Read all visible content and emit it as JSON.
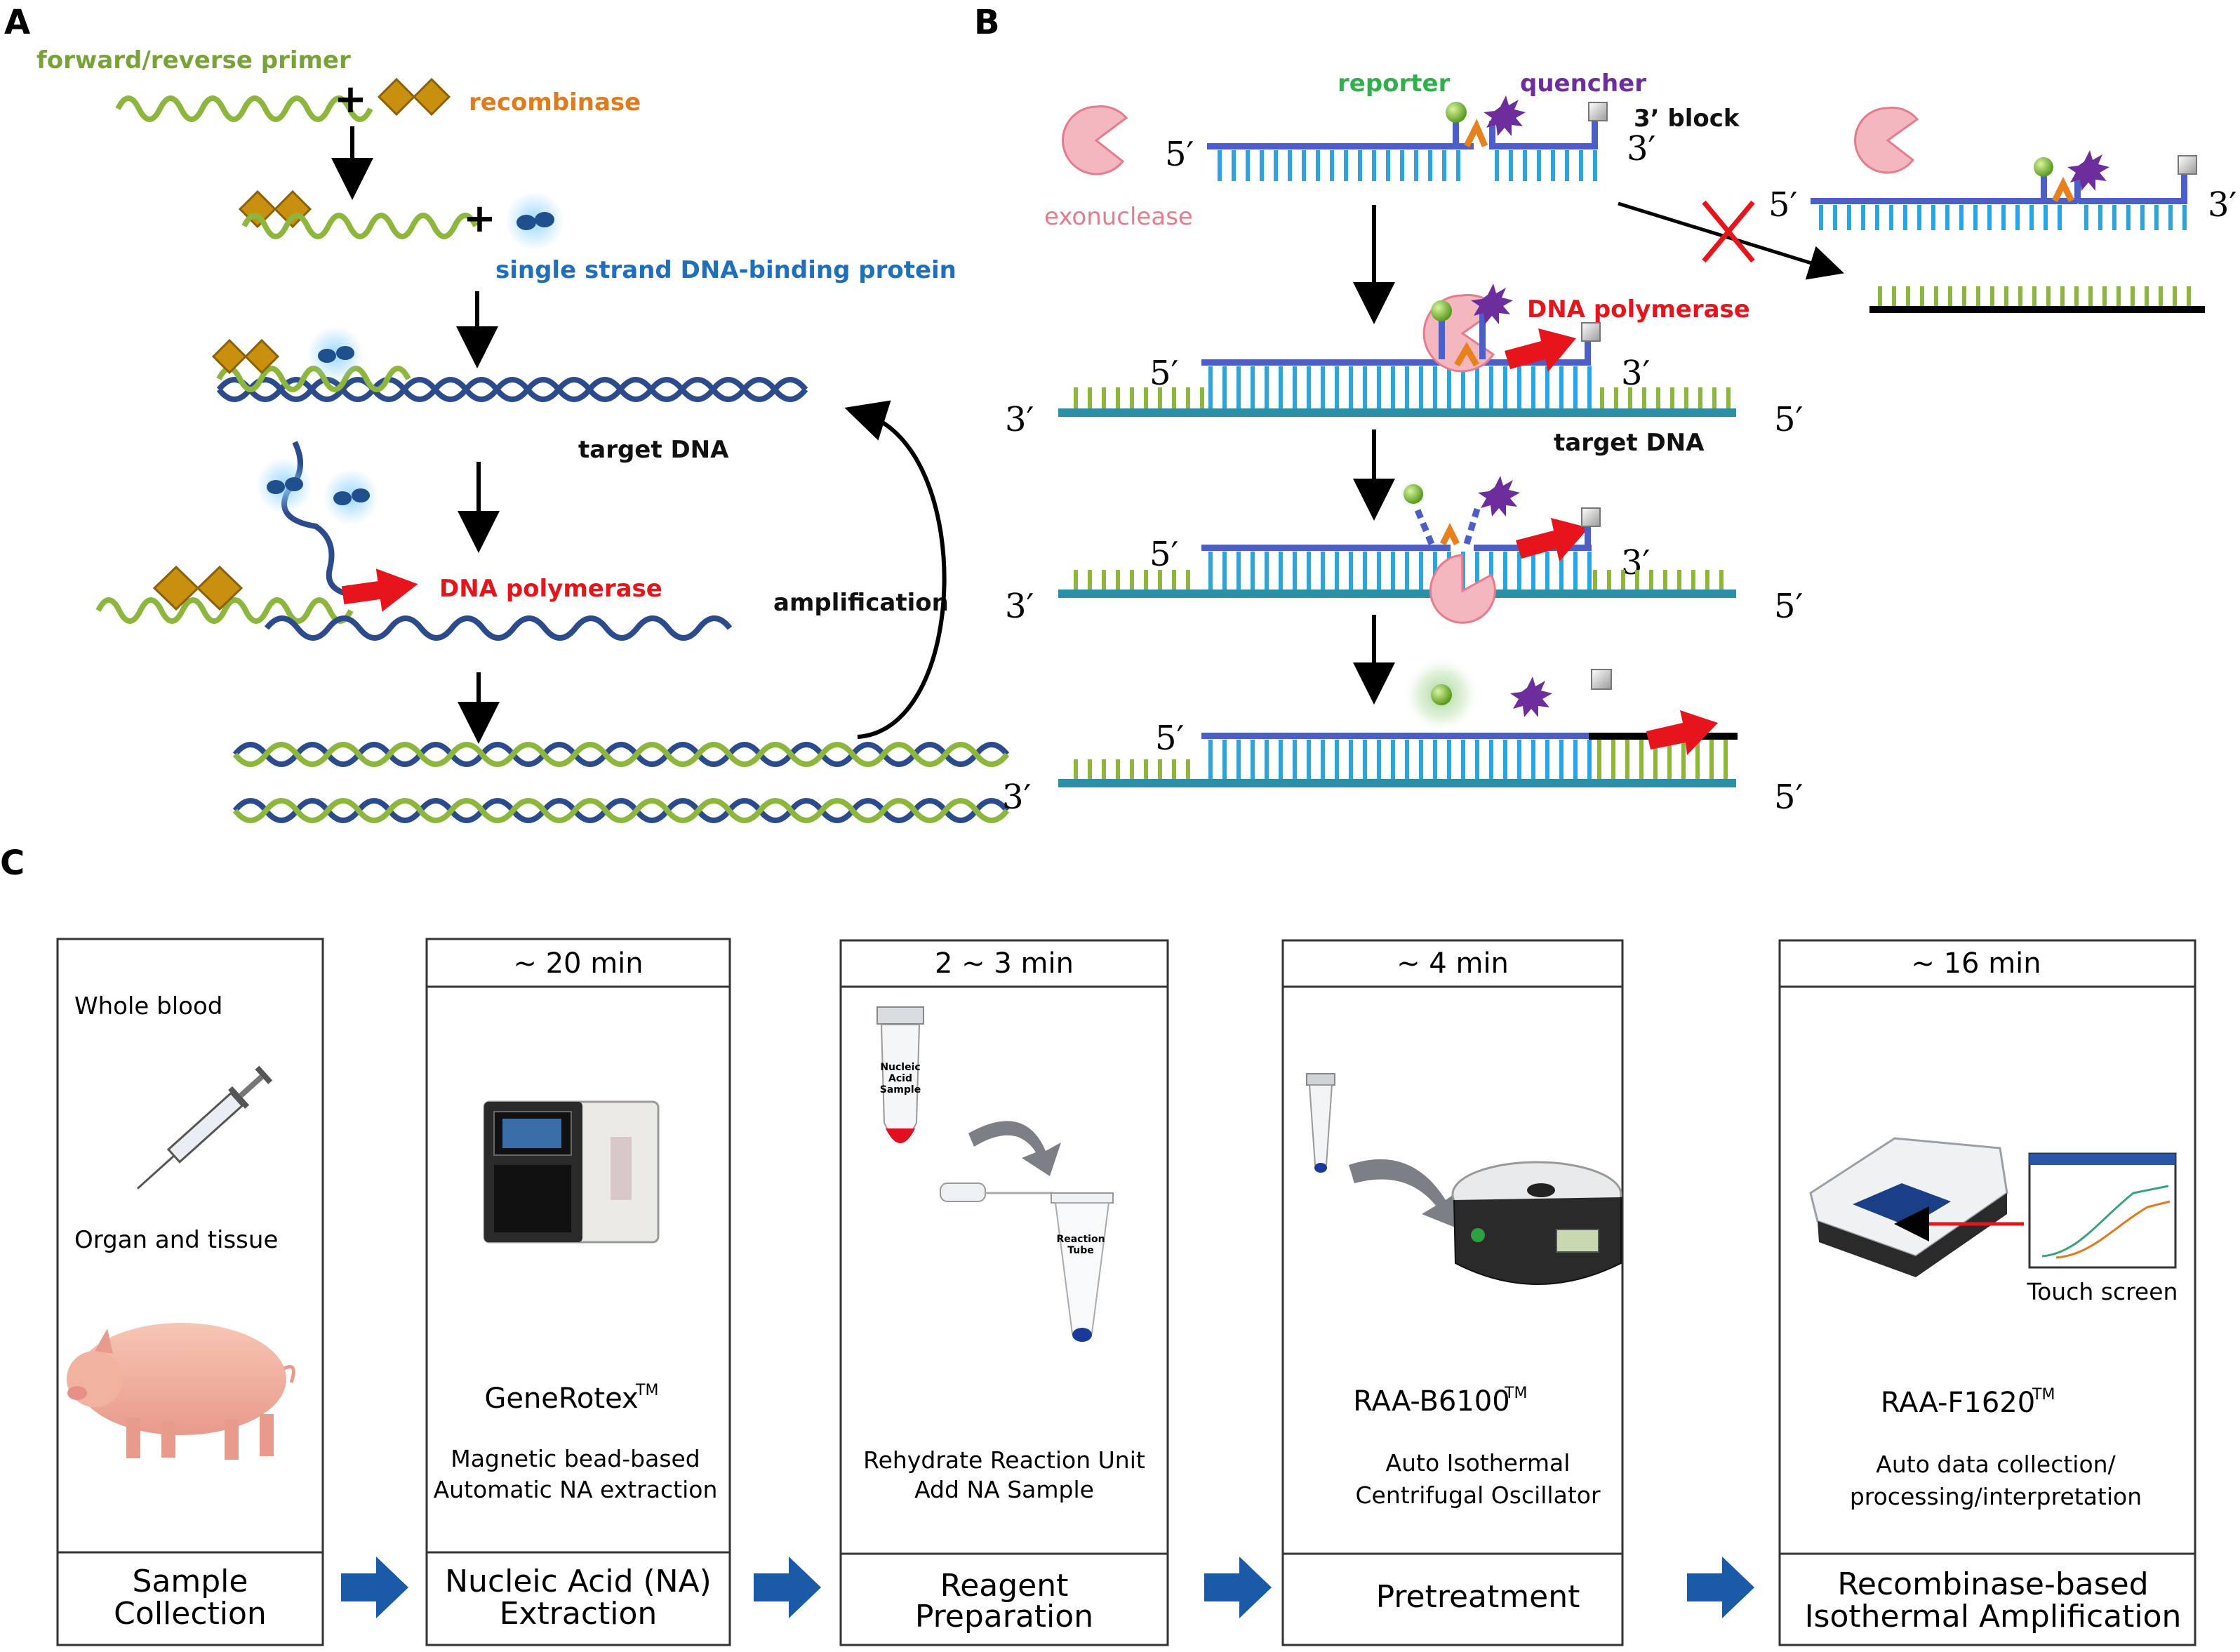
{
  "panels": {
    "a": {
      "letter": "A",
      "primer": "forward/reverse primer",
      "recombinase": "recombinase",
      "ssb": "single strand DNA-binding protein",
      "target": "target DNA",
      "polymerase": "DNA polymerase",
      "amplification": "amplification"
    },
    "b": {
      "letter": "B",
      "reporter": "reporter",
      "quencher": "quencher",
      "block": "3’ block",
      "exonuclease": "exonuclease",
      "polymerase": "DNA polymerase",
      "target": "target DNA",
      "p5": "5′",
      "p3": "3′"
    },
    "c": {
      "letter": "C",
      "steps": [
        {
          "time": "",
          "main": "",
          "desc1": "",
          "desc2": "",
          "label1": "Sample",
          "label2": "Collection",
          "extra1": "Whole blood",
          "extra2": "Organ and tissue"
        },
        {
          "time": "~ 20 min",
          "main": "GeneRotex",
          "tm": "TM",
          "desc1": "Magnetic bead-based",
          "desc2": "Automatic NA extraction",
          "label1": "Nucleic Acid (NA)",
          "label2": "Extraction"
        },
        {
          "time": "2 ~ 3 min",
          "main": "",
          "desc1": "Rehydrate Reaction Unit",
          "desc2": "Add NA Sample",
          "label1": "Reagent",
          "label2": "Preparation",
          "tube1a": "Nucleic",
          "tube1b": "Acid",
          "tube1c": "Sample",
          "tube2a": "Reaction",
          "tube2b": "Tube"
        },
        {
          "time": "~ 4 min",
          "main": "RAA-B6100",
          "tm": "TM",
          "desc1": "Auto Isothermal",
          "desc2": "Centrifugal Oscillator",
          "label1": "Pretreatment",
          "label2": ""
        },
        {
          "time": "~ 16 min",
          "main": "RAA-F1620",
          "tm": "TM",
          "desc1": "Auto data collection/",
          "desc2": "processing/interpretation",
          "label1": "Recombinase-based",
          "label2": "Isothermal Amplification",
          "extra1": "Touch screen"
        }
      ]
    }
  },
  "colors": {
    "primer_green": "#8db63c",
    "primer_text": "#7aa23a",
    "recombinase_gold": "#c8900e",
    "recombinase_text": "#e07a1f",
    "ssb_text": "#1f6fbf",
    "dna_blue": "#2b4b8c",
    "polymerase_red": "#e8141b",
    "reporter_green": "#2fb04a",
    "quencher_purple": "#6d2d9c",
    "exonuclease_pink": "#e77b8c",
    "probe_blue": "#4d5fc6",
    "rung_cyan": "#2ba5e0",
    "target_teal": "#2b8fa8",
    "flow_arrow": "#1a5aa6"
  }
}
